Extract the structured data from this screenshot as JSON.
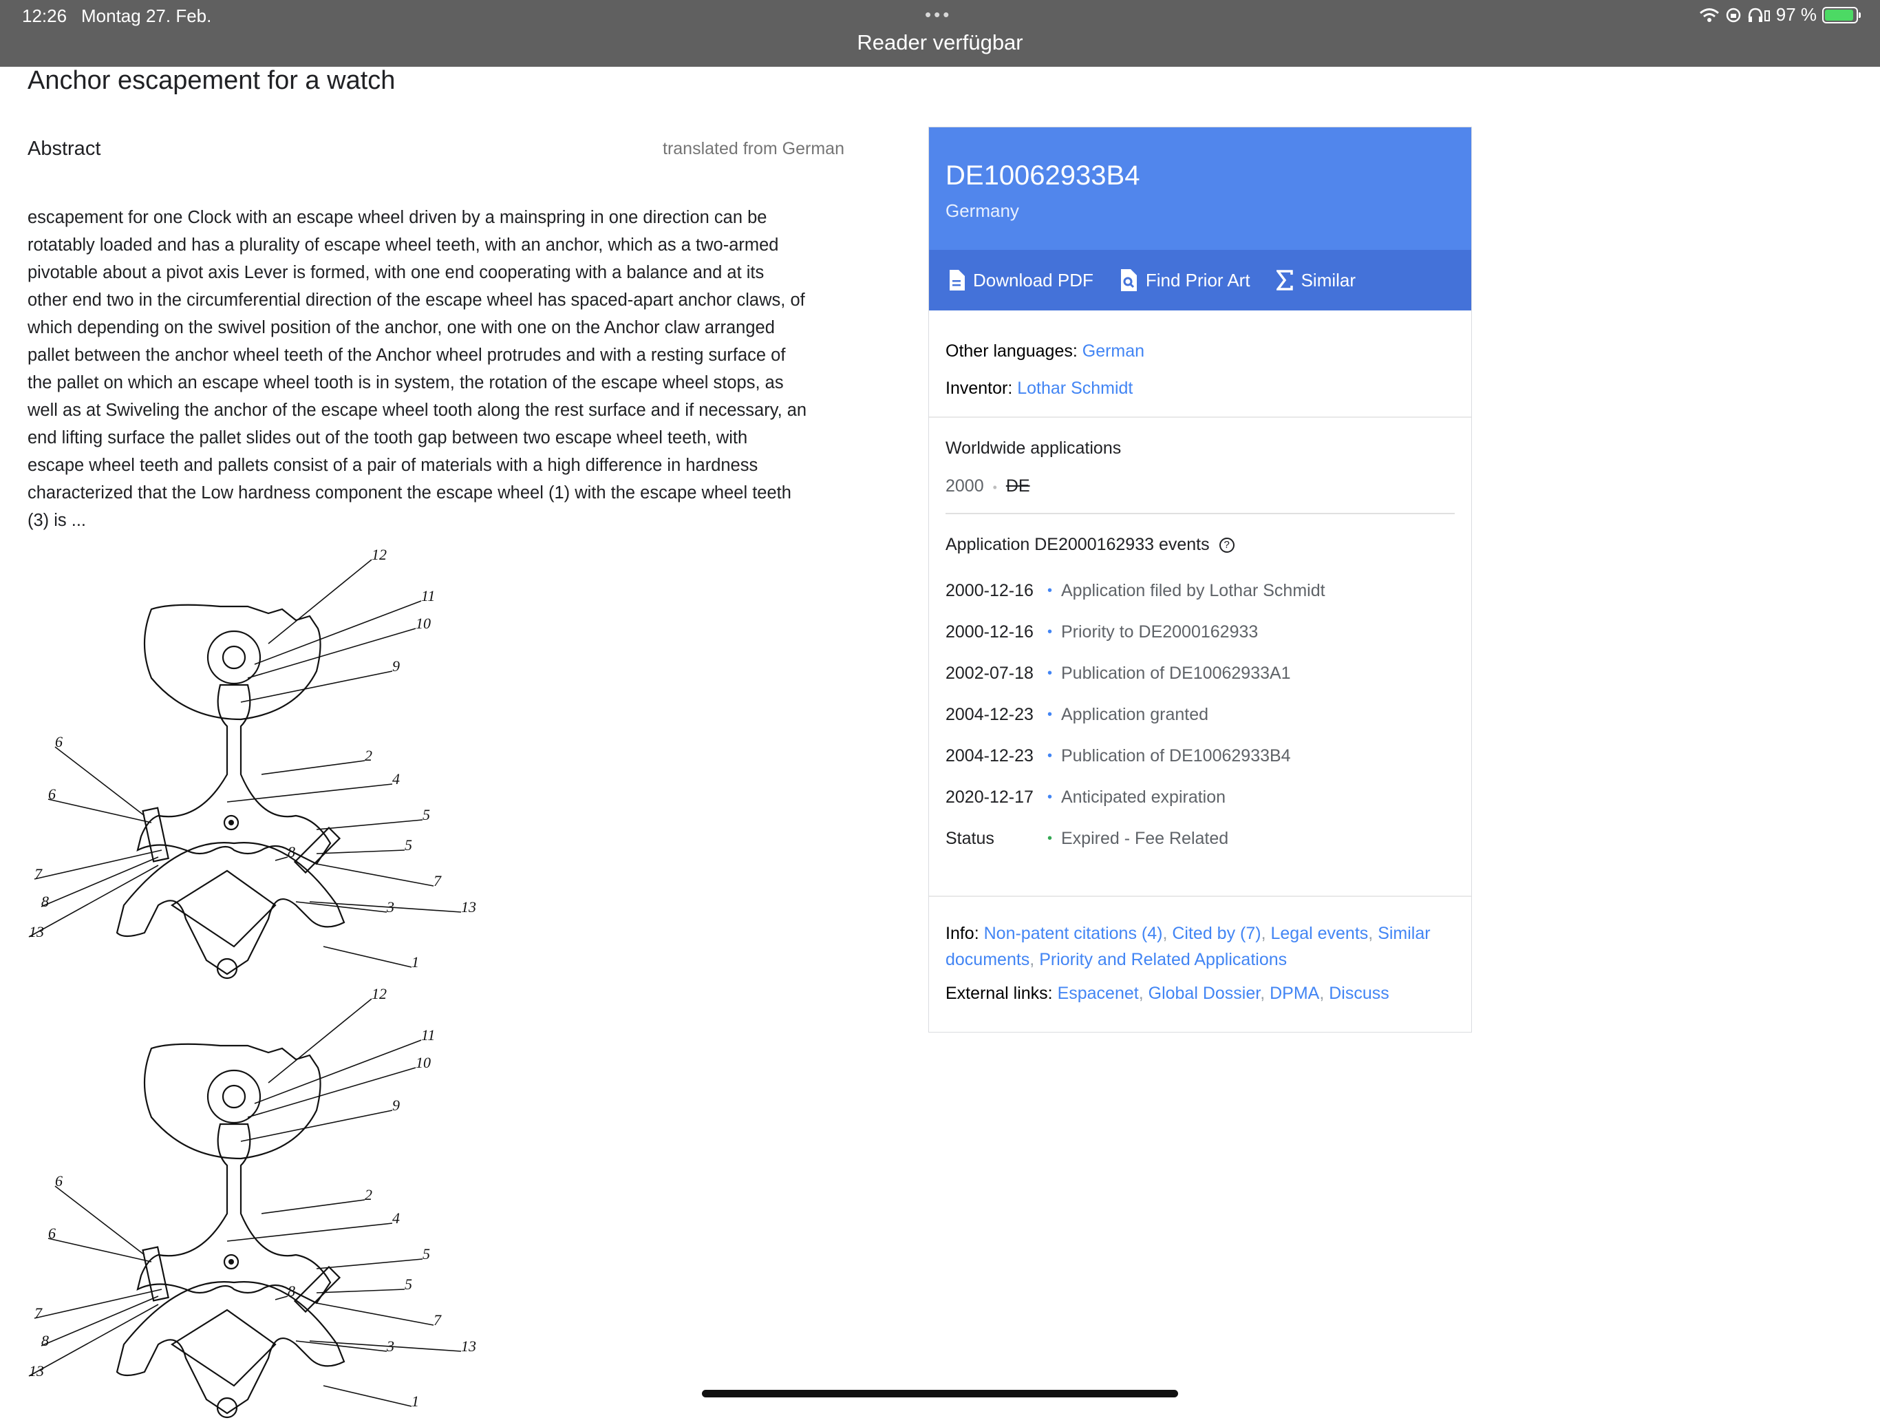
{
  "status_bar": {
    "time": "12:26",
    "date": "Montag 27. Feb.",
    "dots": "•••",
    "reader": "Reader verfügbar",
    "battery": "97 %",
    "battery_level_percent": 97
  },
  "doc": {
    "title": "Anchor escapement for a watch",
    "abstract_heading": "Abstract",
    "translated_note": "translated from German",
    "abstract_lines": [
      "escapement for one Clock with an escape wheel driven by a mainspring in one direction can be",
      "rotatably loaded and has a plurality of escape wheel teeth, with an anchor, which as a two-armed",
      "pivotable about a pivot axis Lever is formed, with one end cooperating with a balance and at its",
      "other end two in the circumferential direction of the escape wheel has spaced-apart anchor claws, of",
      "which depending on the swivel position of the anchor, one with one on the Anchor claw arranged",
      "pallet between the anchor wheel teeth of the Anchor wheel protrudes and with a resting surface of",
      "the pallet on which an escape wheel tooth is in system, the rotation of the escape wheel stops, as",
      "well as at Swiveling the anchor of the escape wheel tooth along the rest surface and if necessary, an",
      "end lifting surface the pallet slides out of the tooth gap between two escape wheel teeth, with",
      "escape wheel teeth and pallets consist of a pair of materials with a high difference in hardness",
      "characterized that the Low hardness component the escape wheel (1) with the escape wheel teeth",
      "(3) is ..."
    ],
    "figure_labels": [
      "12",
      "11",
      "10",
      "9",
      "6",
      "2",
      "4",
      "5",
      "6",
      "5",
      "7",
      "8",
      "7",
      "3",
      "13",
      "8",
      "13",
      "1"
    ]
  },
  "card": {
    "pub_number": "DE10062933B4",
    "country": "Germany",
    "actions": [
      {
        "label": "Download PDF",
        "icon": "pdf-file-icon"
      },
      {
        "label": "Find Prior Art",
        "icon": "prior-art-search-icon"
      },
      {
        "label": "Similar",
        "icon": "sigma-icon"
      }
    ],
    "other_languages_label": "Other languages:",
    "other_languages_value": "German",
    "inventor_label": "Inventor:",
    "inventor_value": "Lothar Schmidt",
    "worldwide_title": "Worldwide applications",
    "worldwide_year": "2000",
    "worldwide_dot": "•",
    "worldwide_country": "DE",
    "events_title": "Application DE2000162933 events",
    "help_icon": "?",
    "events": [
      {
        "date": "2000-12-16",
        "desc": "Application filed by Lothar Schmidt"
      },
      {
        "date": "2000-12-16",
        "desc": "Priority to DE2000162933"
      },
      {
        "date": "2002-07-18",
        "desc": "Publication of DE10062933A1"
      },
      {
        "date": "2004-12-23",
        "desc": "Application granted"
      },
      {
        "date": "2004-12-23",
        "desc": "Publication of DE10062933B4"
      },
      {
        "date": "2020-12-17",
        "desc": "Anticipated expiration"
      },
      {
        "date": "Status",
        "desc": "Expired - Fee Related"
      }
    ],
    "event_bullet": "•",
    "info_label": "Info:",
    "info_links": [
      "Non-patent citations (4)",
      "Cited by (7)",
      "Legal events",
      "Similar documents",
      "Priority and Related Applications"
    ],
    "external_label": "External links:",
    "external_links": [
      "Espacenet",
      "Global Dossier",
      "DPMA",
      "Discuss"
    ],
    "link_color": "#4285f4",
    "header_color": "#5186ec",
    "actions_color": "#4472d9"
  }
}
